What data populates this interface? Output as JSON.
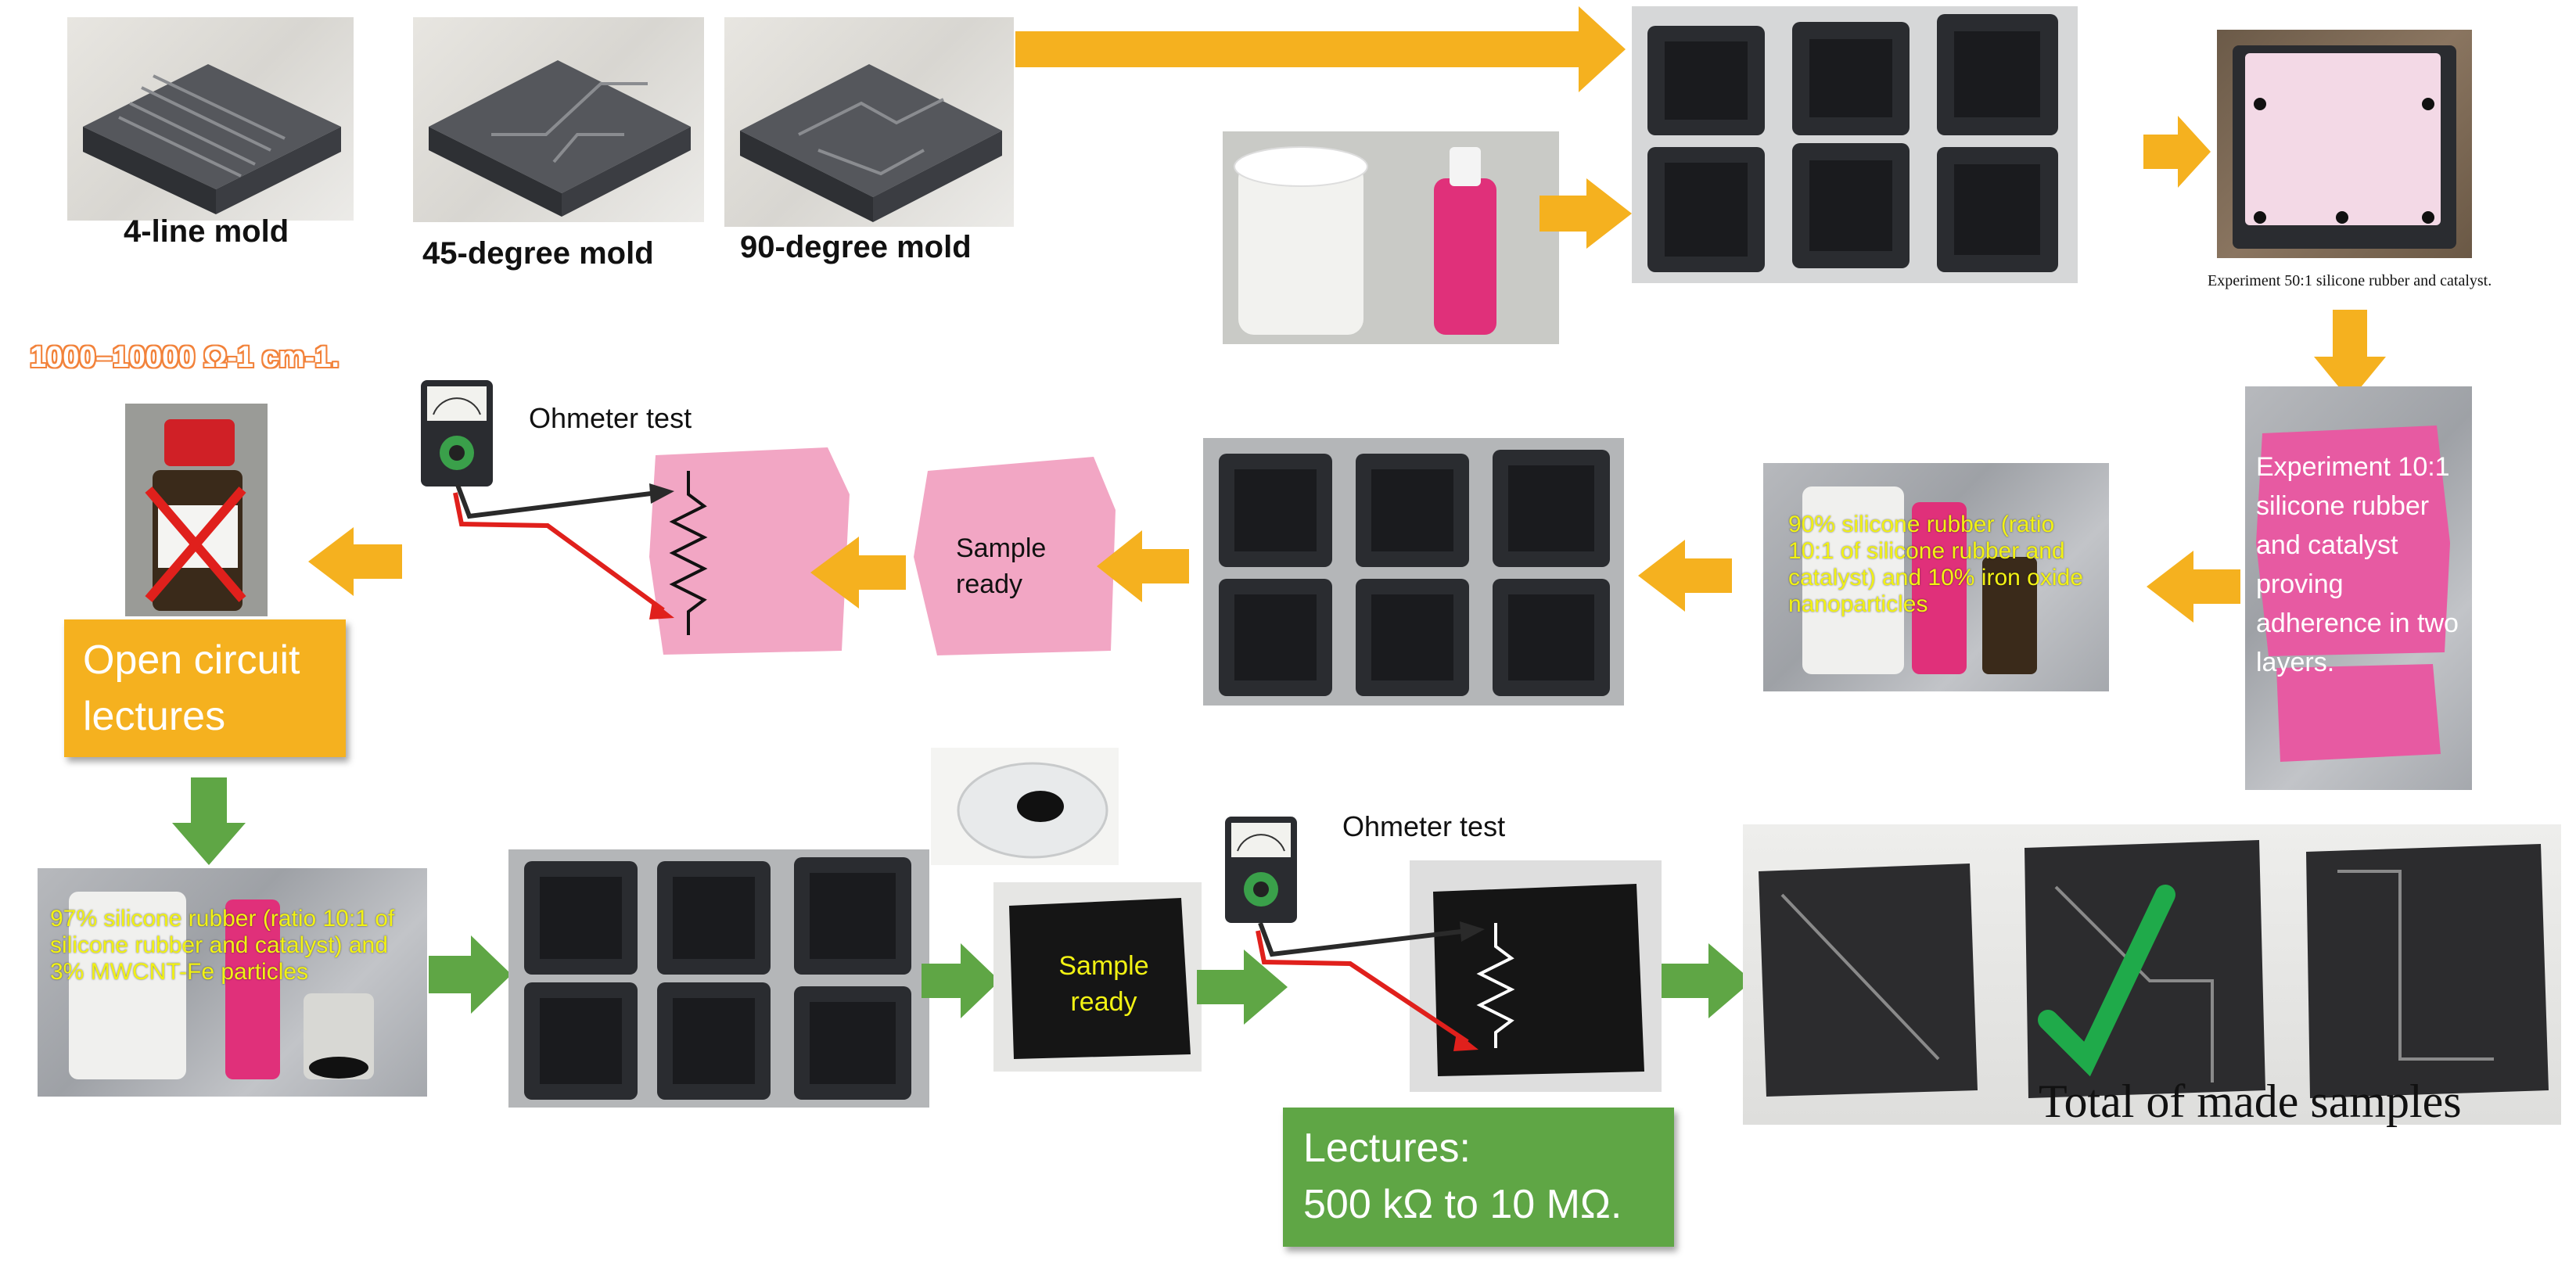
{
  "molds": {
    "four_line": "4-line mold",
    "deg45": "45-degree mold",
    "deg90": "90-degree mold"
  },
  "experiment_caption": "Experiment 50:1 silicone rubber and catalyst.",
  "experiment_10_1": "Experiment 10:1 silicone rubber  and catalyst proving adherence in two layers.",
  "iron_oxide_text": "90% silicone rubber (ratio 10:1  of silicone rubber and catalyst) and 10% iron oxide nanoparticles",
  "sample_ready_1": "Sample ready",
  "sample_ready_2": "Sample ready",
  "ohmeter_1": "Ohmeter test",
  "ohmeter_2": "Ohmeter test",
  "conductivity": "1000–10000 Ω-1 cm-1.",
  "open_circuit": "Open circuit lectures",
  "mwcnt_text": "97% silicone rubber (ratio 10:1  of silicone rubber and catalyst) and 3% MWCNT-Fe particles",
  "lectures_box": {
    "line1": "Lectures:",
    "line2": "500 kΩ to 10 MΩ."
  },
  "total_samples": "Total of made samples",
  "colors": {
    "arrow_yellow": "#f5b11f",
    "arrow_green": "#5fa645",
    "pink": "#f2a6c4",
    "mold_black": "#2a2c30",
    "check_green": "#1faa4a",
    "cross_red": "#e0201c"
  }
}
